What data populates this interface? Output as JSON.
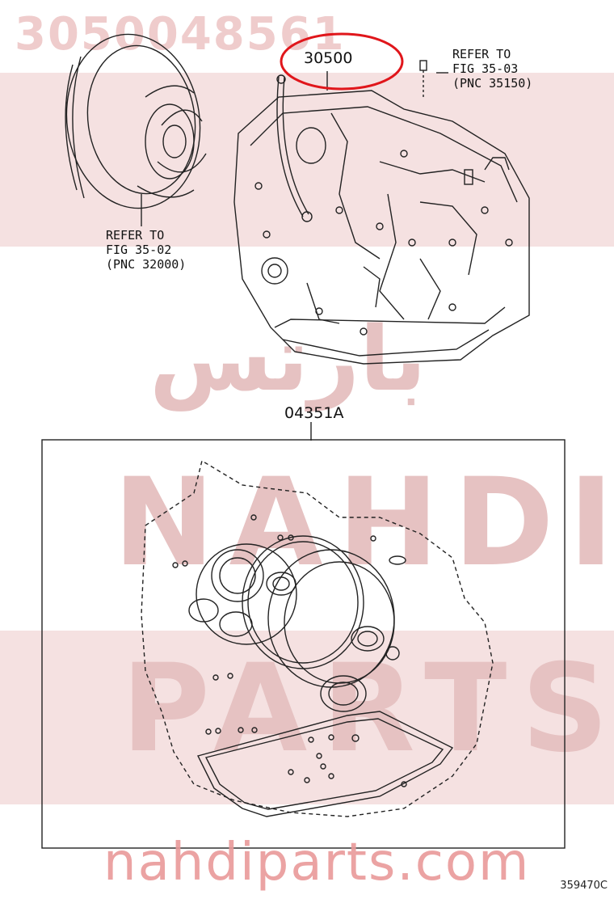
{
  "watermark": {
    "part_code": "3050048561",
    "arabic": "بارتس",
    "word_top": "NAHDI",
    "word_bottom": "PARTS",
    "site": "nahdiparts.com"
  },
  "callouts": {
    "main_part_number": "30500",
    "kit_part_number": "04351A",
    "ref_top_right": {
      "line1": "REFER TO",
      "line2": "FIG 35-03",
      "line3": "(PNC 35150)"
    },
    "ref_left": {
      "line1": "REFER TO",
      "line2": "FIG 35-02",
      "line3": "(PNC 32000)"
    }
  },
  "figure_id": "359470C",
  "colors": {
    "highlight_circle": "#e0161b",
    "watermark": "#e6c2c2",
    "line": "#222222"
  }
}
